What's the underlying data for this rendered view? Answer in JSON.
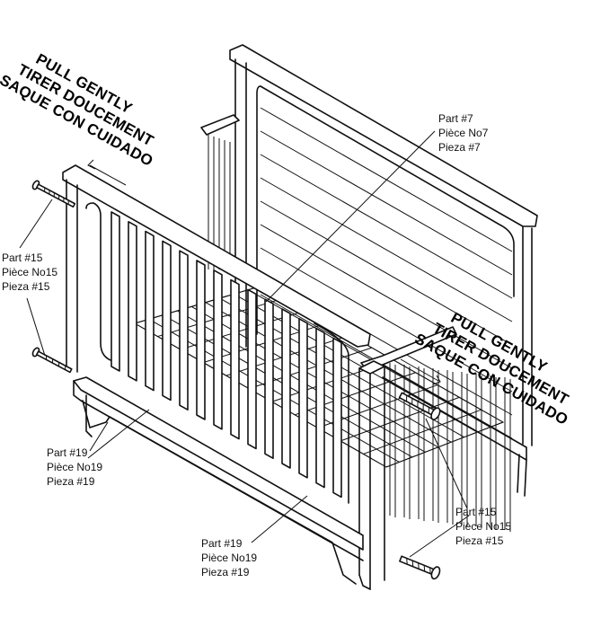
{
  "instructions": {
    "left": [
      "PULL GENTLY",
      "TIRER DOUCEMENT",
      "SAQUE CON CUIDADO"
    ],
    "right": [
      "PULL GENTLY",
      "TIRER DOUCEMENT",
      "SAQUE CON CUIDADO"
    ]
  },
  "labels": {
    "part7": [
      "Part #7",
      "Pièce No7",
      "Pieza #7"
    ],
    "part15_left": [
      "Part #15",
      "Pièce No15",
      "Pieza #15"
    ],
    "part19_left": [
      "Part #19",
      "Pièce No19",
      "Pieza #19"
    ],
    "part19_bottom": [
      "Part #19",
      "Pièce No19",
      "Pieza #19"
    ],
    "part15_right": [
      "Part #15",
      "Pièce No15",
      "Pieza #15"
    ]
  }
}
